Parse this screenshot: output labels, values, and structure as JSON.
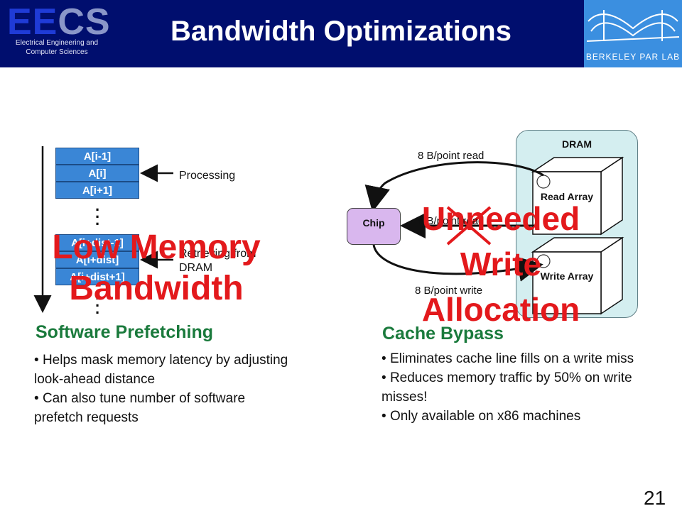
{
  "header": {
    "logo_left": "EECS",
    "logo_left_subtitle": "Electrical Engineering and Computer Sciences",
    "title": "Bandwidth Optimizations",
    "logo_right": "BERKELEY PAR LAB"
  },
  "prefetch": {
    "cells_top": [
      "A[i-1]",
      "A[i]",
      "A[i+1]"
    ],
    "cells_bottom": [
      "A[i+dist-1]",
      "A[i+dist]",
      "A[i+dist+1]"
    ],
    "processing_label": "Processing",
    "retrieving_label": "Retrieving from DRAM",
    "overlay": "Low Memory Bandwidth",
    "section_title": "Software Prefetching",
    "bullets": [
      "Helps mask memory latency by adjusting look-ahead distance",
      "Can also tune number of software prefetch requests"
    ]
  },
  "bypass": {
    "dram_label": "DRAM",
    "chip_label": "Chip",
    "read_array_label": "Read Array",
    "write_array_label": "Write Array",
    "read_flow_label": "8 B/point read",
    "mid_flow_label": "8 B/point read",
    "write_flow_label": "8 B/point write",
    "overlay": "Unneeded Write Allocation",
    "section_title": "Cache Bypass",
    "bullets": [
      "Eliminates cache line fills on a write miss",
      "Reduces memory traffic by 50% on write misses!",
      "Only available on x86 machines"
    ]
  },
  "page_number": "21",
  "colors": {
    "header_bg": "#000e6e",
    "cell_fill": "#3a86d6",
    "overlay_red": "#e3191c",
    "section_green": "#1a7a3c",
    "dram_fill": "#d4eef0",
    "chip_fill": "#d9b7ee"
  }
}
